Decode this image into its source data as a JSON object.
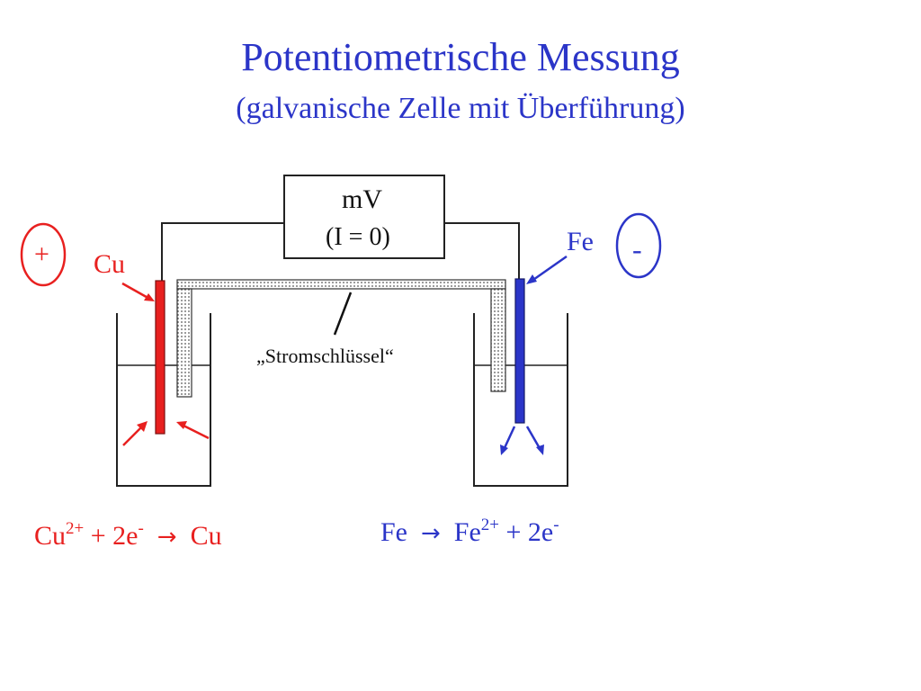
{
  "title": "Potentiometrische Messung",
  "subtitle": "(galvanische Zelle mit Überführung)",
  "meter": {
    "unit": "mV",
    "condition": "(I = 0)"
  },
  "left_electrode": {
    "sign": "+",
    "label": "Cu",
    "color": "#e8201f"
  },
  "right_electrode": {
    "sign": "-",
    "label": "Fe",
    "color": "#2b35c8"
  },
  "salt_bridge_label": "„Stromschlüssel“",
  "left_reaction": {
    "reactant": "Cu",
    "reactant_charge": "2+",
    "plus_term": "+ 2e",
    "electron_sign": "-",
    "arrow": "→",
    "product": "Cu"
  },
  "right_reaction": {
    "reactant": "Fe",
    "arrow": "→",
    "product": "Fe",
    "product_charge": "2+",
    "plus_term": "+ 2e",
    "electron_sign": "-"
  }
}
